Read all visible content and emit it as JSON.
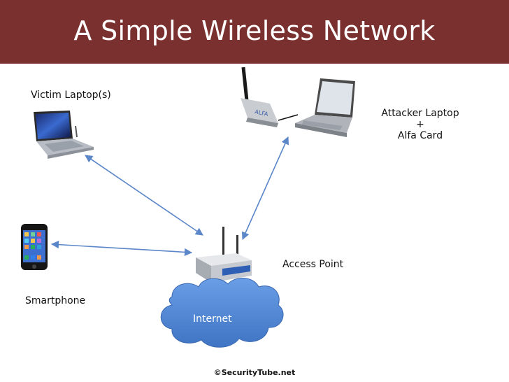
{
  "title": "A Simple Wireless Network",
  "labels": {
    "victim": "Victim Laptop(s)",
    "attacker_line1": "Attacker Laptop",
    "attacker_line2": "+",
    "attacker_line3": "Alfa Card",
    "access_point": "Access Point",
    "smartphone": "Smartphone",
    "internet": "Internet"
  },
  "copyright": "©SecurityTube.net",
  "icons": [
    "laptop-icon",
    "usb-wifi-adapter-icon",
    "smartphone-icon",
    "router-icon",
    "cloud-icon"
  ],
  "colors": {
    "title_bar": "#7a302e",
    "arrows": "#5b86c8",
    "cloud": "#4f86d6"
  }
}
